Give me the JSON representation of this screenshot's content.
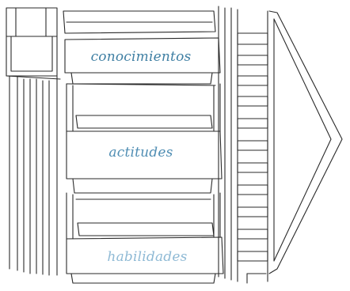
{
  "diagram": {
    "labels": [
      {
        "text": "conocimientos",
        "color": "#3f7fa3"
      },
      {
        "text": "actitudes",
        "color": "#4f8db3"
      },
      {
        "text": "habilidades",
        "color": "#8fbad5"
      }
    ],
    "line_color": "#2a2a2a",
    "background": "#ffffff"
  }
}
